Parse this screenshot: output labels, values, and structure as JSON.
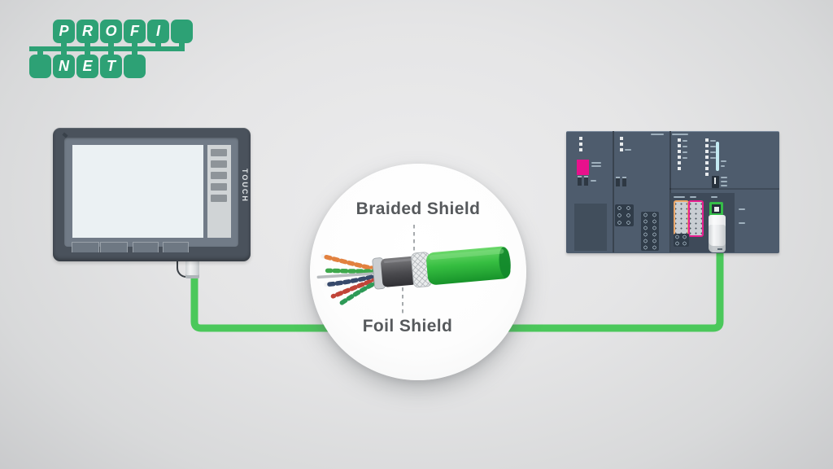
{
  "logo": {
    "name": "PROFINET logo",
    "top_letters": [
      "P",
      "R",
      "O",
      "F",
      "I",
      ""
    ],
    "bottom_letters": [
      "",
      "N",
      "E",
      "T",
      ""
    ],
    "green": "#2DA175"
  },
  "hmi": {
    "side_label": "TOUCH"
  },
  "cable_diagram": {
    "top_label": "Braided Shield",
    "bottom_label": "Foil Shield"
  },
  "colors": {
    "cable_green": "#4BC85B",
    "jacket_green": "#2FB83C",
    "logo_green": "#2DA175",
    "psu_card_magenta": "#E8118C",
    "dsub_orange_frame": "#ECA86B",
    "dsub_magenta_frame": "#E81F8F",
    "rj45_green_frame": "#35BC48",
    "cpu_indicator_cyan": "#C4EBF3",
    "plc_body": "#4E5C6D",
    "hmi_frame": "#4A525C"
  }
}
